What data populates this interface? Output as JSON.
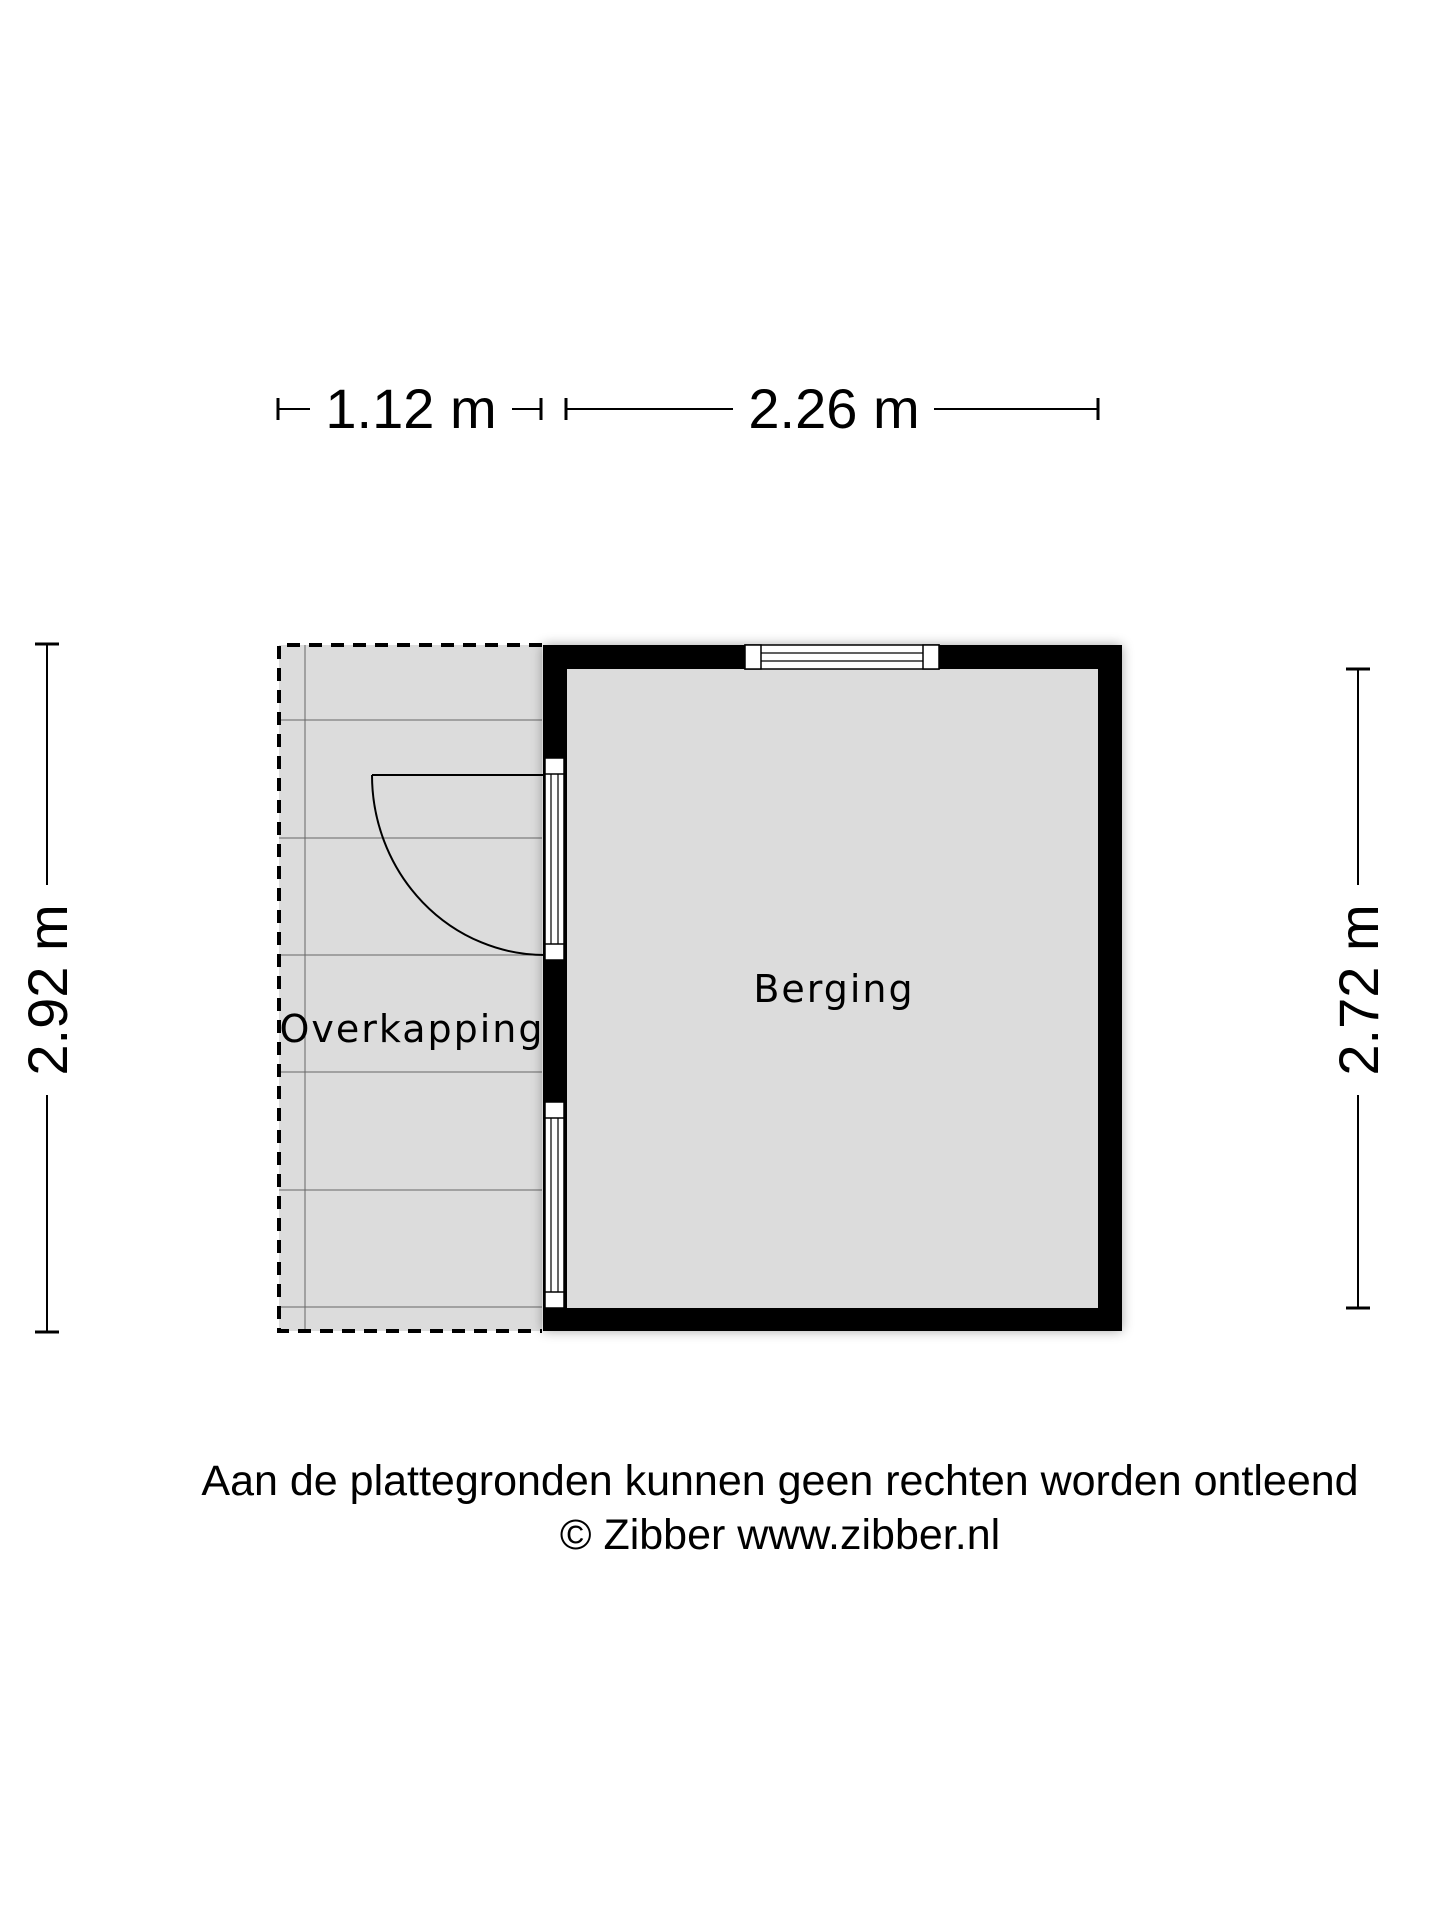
{
  "dimensions": {
    "overkapping_width": "1.12 m",
    "berging_width": "2.26 m",
    "overall_height": "2.92 m",
    "berging_height": "2.72 m"
  },
  "rooms": {
    "overkapping": "Overkapping",
    "berging": "Berging"
  },
  "footer": {
    "disclaimer": "Aan de plattegronden kunnen geen rechten worden ontleend",
    "credit": "© Zibber www.zibber.nl"
  },
  "colors": {
    "wall": "#000000",
    "floor": "#dcdcdc",
    "background": "#ffffff"
  }
}
